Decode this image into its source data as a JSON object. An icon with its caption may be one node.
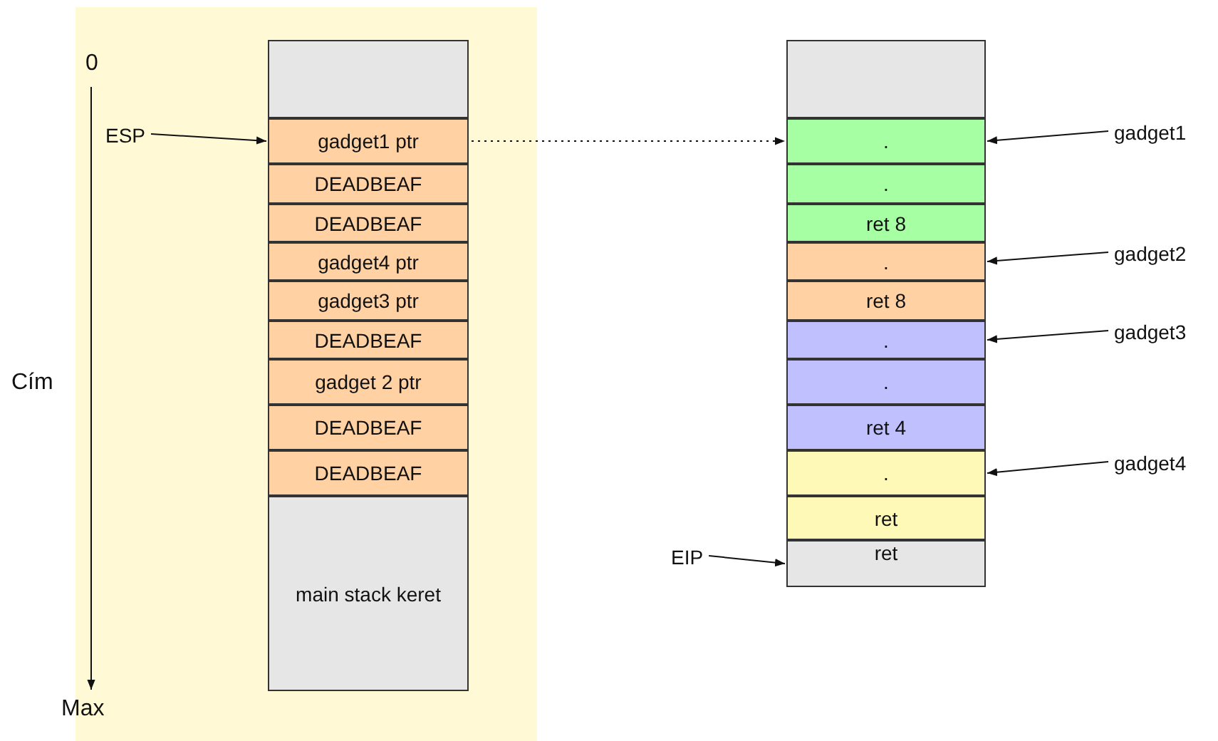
{
  "diagram": {
    "nodes": [
      {
        "text": [],
        "shape": "box"
      },
      {
        "text": [],
        "shape": "box",
        "in": 0
      },
      {
        "text": [
          "gadget1 ptr"
        ],
        "in": 0
      },
      {
        "text": [
          "DEADBEAF"
        ],
        "in": 0
      },
      {
        "text": [
          "DEADBEAF"
        ],
        "in": 0
      },
      {
        "text": [
          "gadget4 ptr"
        ],
        "in": 0
      },
      {
        "text": [
          "gadget3 ptr"
        ],
        "in": 0
      },
      {
        "text": [
          "DEADBEAF"
        ],
        "in": 0
      },
      {
        "text": [
          "gadget 2 ptr"
        ],
        "in": 0
      },
      {
        "text": [
          "DEADBEAF"
        ],
        "in": 0
      },
      {
        "text": [
          "DEADBEAF"
        ],
        "in": 0
      },
      {
        "text": [
          "main stack keret"
        ],
        "in": 0
      },
      {
        "text": [
          "ESP"
        ],
        "in": 0
      },
      {
        "text": [],
        "shape": "box"
      },
      {
        "text": [
          "."
        ]
      },
      {
        "text": [
          "."
        ]
      },
      {
        "text": [
          "ret 8"
        ]
      },
      {
        "text": [
          "."
        ]
      },
      {
        "text": [
          "ret 8"
        ]
      },
      {
        "text": [
          "."
        ]
      },
      {
        "text": [
          "."
        ]
      },
      {
        "text": [
          "ret 4"
        ]
      },
      {
        "text": [
          "."
        ]
      },
      {
        "text": [
          "ret"
        ]
      },
      {
        "text": [
          "ret"
        ]
      },
      {
        "text": [
          "EIP"
        ]
      },
      {
        "text": [
          "gadget1"
        ]
      },
      {
        "text": [
          "gadget2"
        ]
      },
      {
        "text": [
          "gadget3"
        ]
      },
      {
        "text": [
          "gadget4"
        ]
      }
    ],
    "edges": [
      {
        "from": 12,
        "to": 2,
        "arrow": "to"
      },
      {
        "from": 2,
        "to": 14,
        "arrow": "to",
        "style": "dashed"
      },
      {
        "from": 26,
        "to": 14,
        "arrow": "to"
      },
      {
        "from": 27,
        "to": 17,
        "arrow": "to"
      },
      {
        "from": 28,
        "to": 19,
        "arrow": "to"
      },
      {
        "from": 29,
        "to": 22,
        "arrow": "to"
      },
      {
        "from": 25,
        "to": 24,
        "arrow": "to"
      }
    ],
    "labels": [
      "0",
      "Cím",
      "Max"
    ]
  }
}
